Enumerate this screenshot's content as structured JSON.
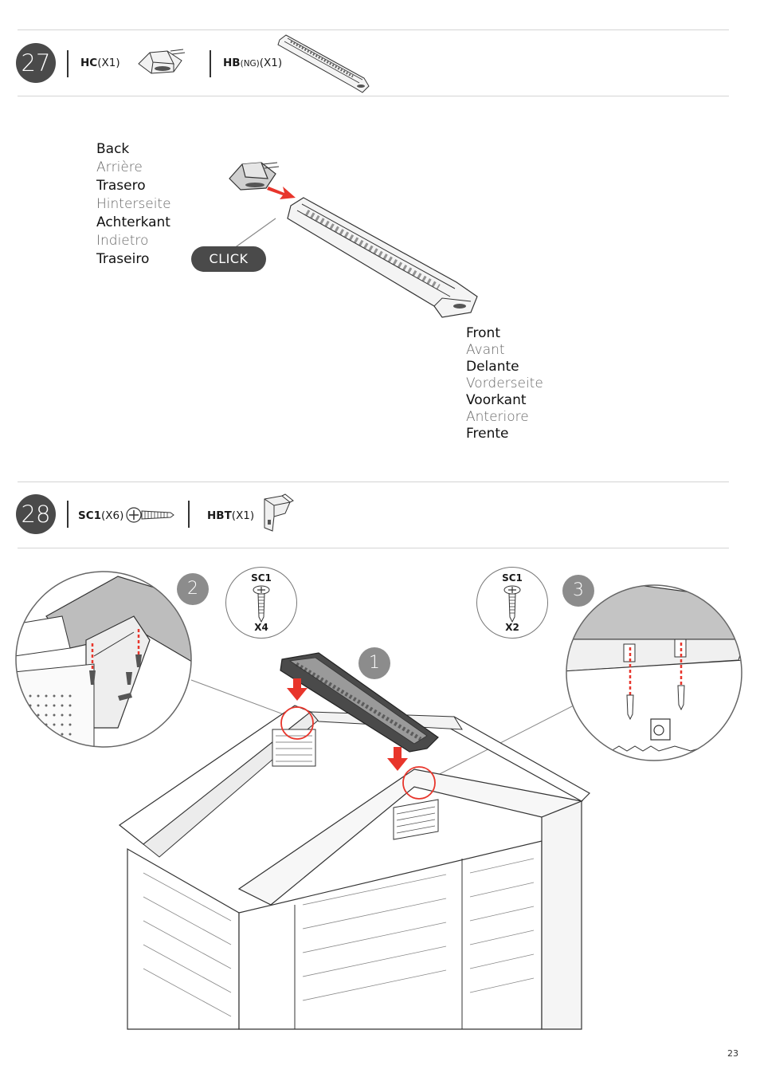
{
  "step27": {
    "number": "27",
    "parts": [
      {
        "code": "HC",
        "variant": "",
        "qty": "(X1)",
        "icon": "hinge-cap-icon"
      },
      {
        "code": "HB",
        "variant": "(NG)",
        "qty": "(X1)",
        "icon": "hinge-bar-icon"
      }
    ],
    "back_labels": [
      "Back",
      "Arrière",
      "Trasero",
      "Hinterseite",
      "Achterkant",
      "Indietro",
      "Traseiro"
    ],
    "front_labels": [
      "Front",
      "Avant",
      "Delante",
      "Vorderseite",
      "Voorkant",
      "Anteriore",
      "Frente"
    ],
    "click_label": "CLICK"
  },
  "step28": {
    "number": "28",
    "parts": [
      {
        "code": "SC1",
        "variant": "",
        "qty": "(X6)",
        "icon": "screw-icon"
      },
      {
        "code": "HBT",
        "variant": "",
        "qty": "(X1)",
        "icon": "bracket-icon"
      }
    ],
    "callouts": [
      {
        "number": "1"
      },
      {
        "number": "2",
        "screw": "SC1",
        "qty": "X4"
      },
      {
        "number": "3",
        "screw": "SC1",
        "qty": "X2"
      }
    ]
  },
  "colors": {
    "step_circle": "#4a4a4a",
    "badge": "#8c8c8c",
    "arrow": "#e8352b",
    "highlight": "#e8352b"
  },
  "page_number": "23"
}
